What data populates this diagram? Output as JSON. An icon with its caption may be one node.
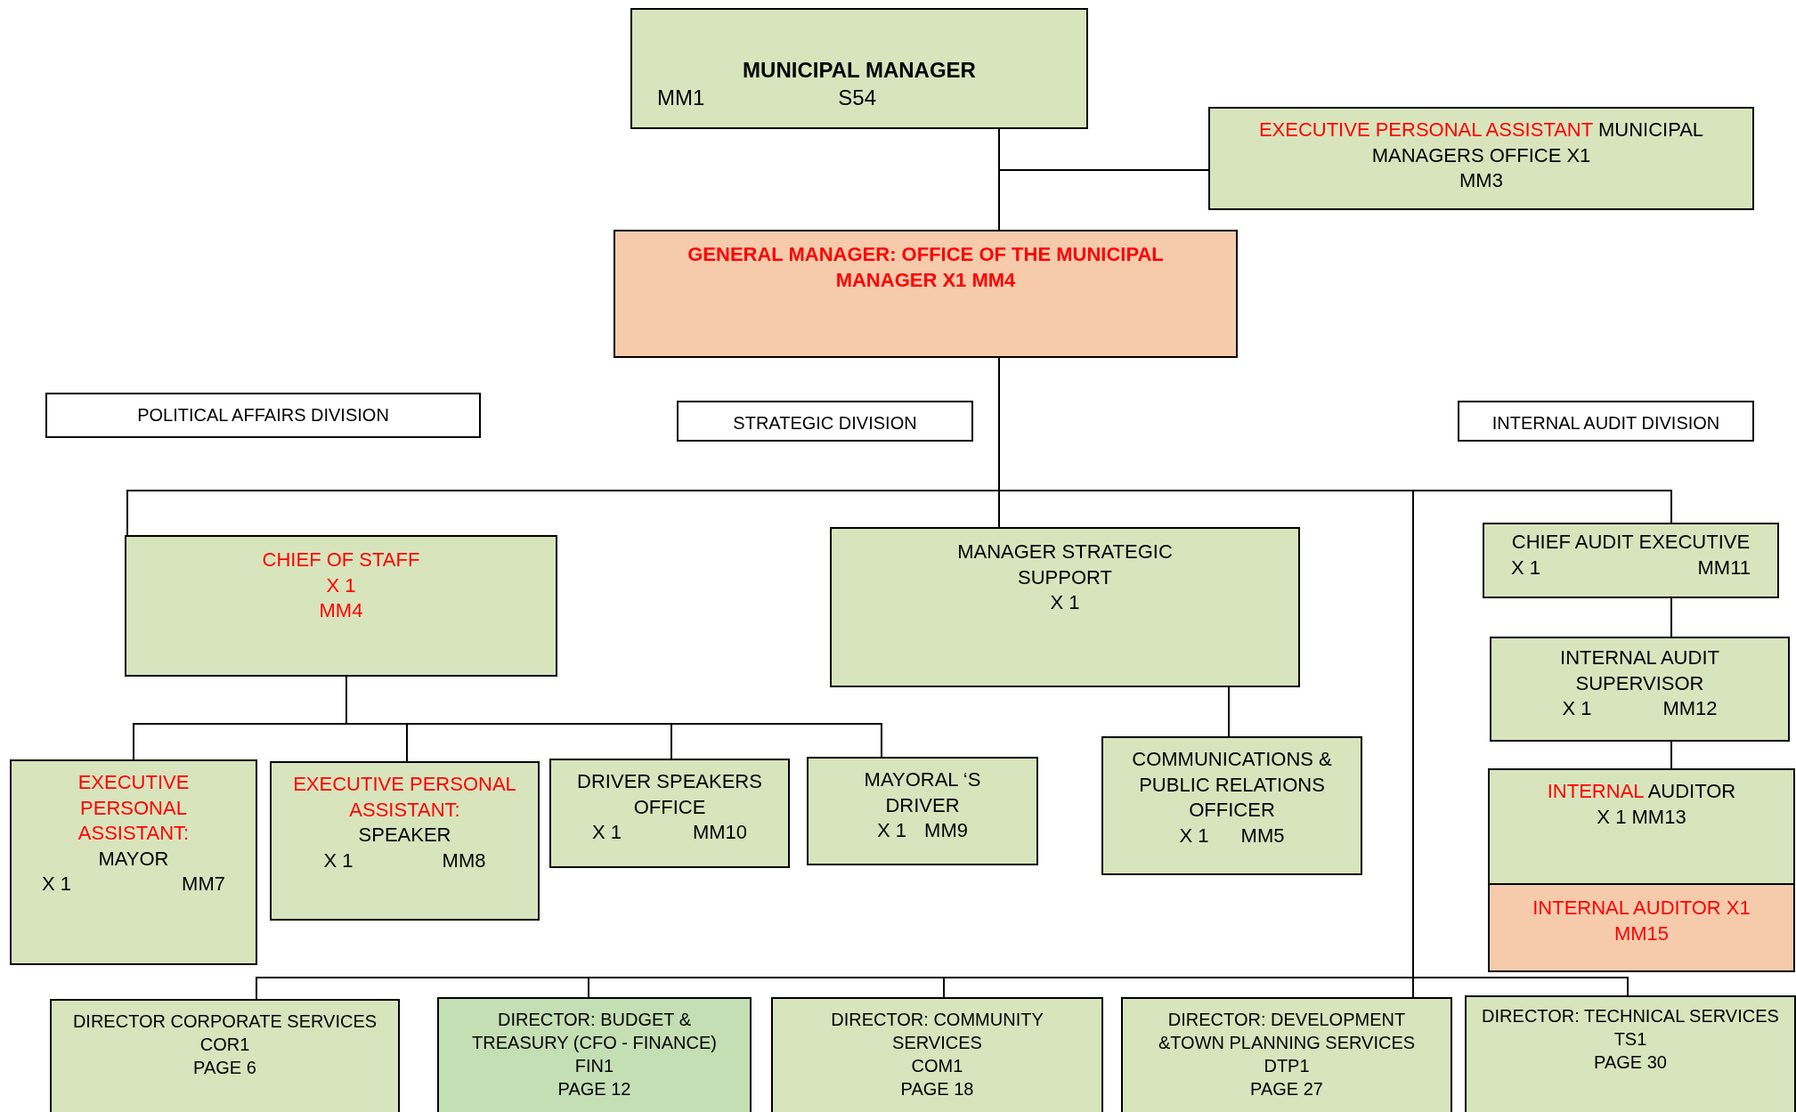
{
  "diagram": {
    "nodes": [
      {
        "text": [
          "MUNICIPAL MANAGER",
          "MM1",
          "S54"
        ]
      },
      {
        "text": [
          "EXECUTIVE PERSONAL ASSISTANT",
          "MUNICIPAL MANAGERS OFFICE X1",
          "MM3"
        ]
      },
      {
        "text": [
          "GENERAL MANAGER: OFFICE OF THE MUNICIPAL MANAGER X1 MM4"
        ]
      },
      {
        "text": [
          "POLITICAL AFFAIRS DIVISION"
        ]
      },
      {
        "text": [
          "STRATEGIC DIVISION"
        ]
      },
      {
        "text": [
          "INTERNAL AUDIT DIVISION"
        ]
      },
      {
        "text": [
          "CHIEF OF STAFF",
          "X 1",
          "MM4"
        ]
      },
      {
        "text": [
          "MANAGER STRATEGIC SUPPORT",
          "X 1"
        ]
      },
      {
        "text": [
          "CHIEF AUDIT EXECUTIVE",
          "X 1",
          "MM11"
        ]
      },
      {
        "text": [
          "INTERNAL AUDIT SUPERVISOR",
          "X 1",
          "MM12"
        ]
      },
      {
        "text": [
          "INTERNAL",
          "AUDITOR",
          "X 1",
          "MM13"
        ]
      },
      {
        "text": [
          "INTERNAL AUDITOR X1 MM15"
        ]
      },
      {
        "text": [
          "EXECUTIVE PERSONAL ASSISTANT:",
          "MAYOR",
          "X 1",
          "MM7"
        ]
      },
      {
        "text": [
          "EXECUTIVE PERSONAL ASSISTANT:",
          "SPEAKER",
          "X 1",
          "MM8"
        ]
      },
      {
        "text": [
          "DRIVER SPEAKERS OFFICE",
          "X 1",
          "MM10"
        ]
      },
      {
        "text": [
          "MAYORAL ‘S DRIVER",
          "X 1",
          "MM9"
        ]
      },
      {
        "text": [
          "COMMUNICATIONS & PUBLIC RELATIONS OFFICER",
          "X 1",
          "MM5"
        ]
      },
      {
        "text": [
          "DIRECTOR CORPORATE SERVICES",
          "COR1",
          "PAGE 6"
        ]
      },
      {
        "text": [
          "DIRECTOR: BUDGET & TREASURY (CFO - FINANCE)",
          "FIN1",
          "PAGE 12"
        ]
      },
      {
        "text": [
          "DIRECTOR: COMMUNITY SERVICES",
          "COM1",
          "PAGE 18"
        ]
      },
      {
        "text": [
          "DIRECTOR: DEVELOPMENT &TOWN PLANNING SERVICES",
          "DTP1",
          "PAGE 27"
        ]
      },
      {
        "text": [
          "DIRECTOR: TECHNICAL SERVICES",
          "TS1",
          "PAGE 30"
        ]
      }
    ],
    "edges": [
      {
        "from": 0,
        "to": 1,
        "arrow": "none"
      },
      {
        "from": 0,
        "to": 2,
        "arrow": "none"
      },
      {
        "from": 2,
        "to": 6,
        "arrow": "none"
      },
      {
        "from": 2,
        "to": 7,
        "arrow": "none"
      },
      {
        "from": 2,
        "to": 8,
        "arrow": "none"
      },
      {
        "from": 8,
        "to": 9,
        "arrow": "none"
      },
      {
        "from": 9,
        "to": 10,
        "arrow": "none"
      },
      {
        "from": 6,
        "to": 12,
        "arrow": "none"
      },
      {
        "from": 6,
        "to": 13,
        "arrow": "none"
      },
      {
        "from": 6,
        "to": 14,
        "arrow": "none"
      },
      {
        "from": 6,
        "to": 15,
        "arrow": "none"
      },
      {
        "from": 7,
        "to": 16,
        "arrow": "none"
      },
      {
        "from": 2,
        "to": 17,
        "arrow": "none"
      },
      {
        "from": 2,
        "to": 18,
        "arrow": "none"
      },
      {
        "from": 2,
        "to": 19,
        "arrow": "none"
      },
      {
        "from": 2,
        "to": 20,
        "arrow": "none"
      },
      {
        "from": 2,
        "to": 21,
        "arrow": "none"
      }
    ]
  }
}
